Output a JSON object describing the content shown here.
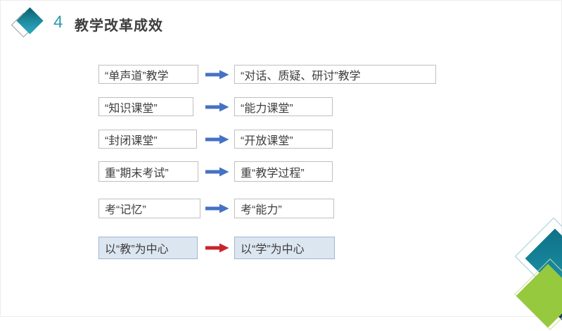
{
  "slide": {
    "number": "4",
    "title": "教学改革成效"
  },
  "rows": [
    {
      "left": "“单声道”教学",
      "right": "“对话、质疑、研讨”教学",
      "arrow": "right-arrow",
      "arrow_color": "#4472c4",
      "highlighted": false
    },
    {
      "left": "“知识课堂”",
      "right": "“能力课堂”",
      "arrow": "right-arrow",
      "arrow_color": "#4472c4",
      "highlighted": false
    },
    {
      "left": "“封闭课堂”",
      "right": "“开放课堂”",
      "arrow": "right-arrow",
      "arrow_color": "#4472c4",
      "highlighted": false
    },
    {
      "left": "重“期末考试”",
      "right": "重“教学过程”",
      "arrow": "right-arrow",
      "arrow_color": "#4472c4",
      "highlighted": false
    },
    {
      "left": "考“记忆”",
      "right": "考“能力”",
      "arrow": "right-arrow",
      "arrow_color": "#4472c4",
      "highlighted": false
    },
    {
      "left": "以“教”为中心",
      "right": "以“学”为中心",
      "arrow": "right-arrow",
      "arrow_color": "#c9242a",
      "highlighted": true
    }
  ],
  "colors": {
    "accent_teal": "#1c93a8",
    "arrow_blue": "#4472c4",
    "arrow_red": "#c9242a",
    "box_border": "#bfbfbf",
    "highlight_fill": "#dce6f1",
    "decor_green": "#96c93d",
    "decor_navy": "#1e3a5f",
    "text": "#3d3d3d"
  }
}
